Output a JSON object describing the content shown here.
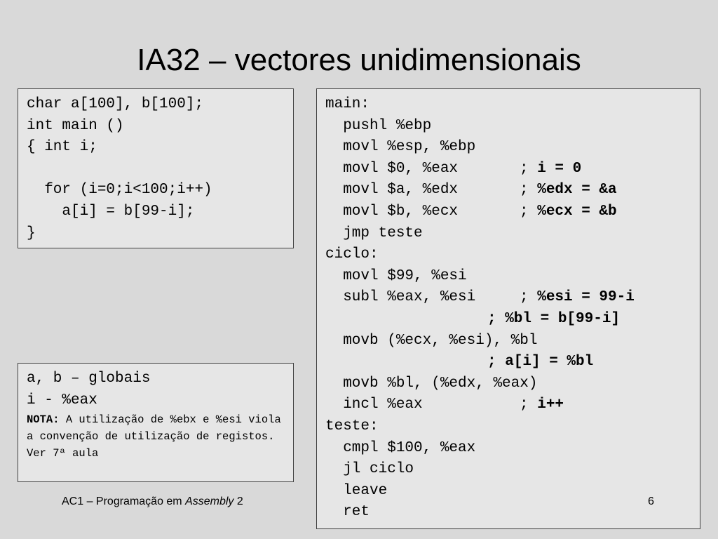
{
  "slide": {
    "title": "IA32 – vectores unidimensionais",
    "page_number": "6"
  },
  "footer": {
    "prefix": "AC1 – Programação em ",
    "italic": "Assembly",
    "suffix": " 2"
  },
  "c_code": {
    "lines": [
      "char a[100], b[100];",
      "int main ()",
      "{ int i;",
      "",
      "  for (i=0;i<100;i++)",
      "    a[i] = b[99-i];",
      "}"
    ]
  },
  "notes": {
    "line1": "a, b – globais",
    "line2": "i - %eax",
    "nota_label": "NOTA:",
    "nota_text": " A utilização de %ebx e %esi viola a convenção de utilização de registos. Ver 7ª aula"
  },
  "asm": {
    "lines": [
      {
        "instr": "main:",
        "comment_prefix": "",
        "comment_bold": ""
      },
      {
        "instr": "  pushl %ebp",
        "comment_prefix": "",
        "comment_bold": ""
      },
      {
        "instr": "  movl %esp, %ebp",
        "comment_prefix": "",
        "comment_bold": ""
      },
      {
        "instr": "  movl $0, %eax",
        "comment_prefix": "; ",
        "comment_bold": "i = 0"
      },
      {
        "instr": "  movl $a, %edx",
        "comment_prefix": "; ",
        "comment_bold": "%edx = &a"
      },
      {
        "instr": "  movl $b, %ecx",
        "comment_prefix": "; ",
        "comment_bold": "%ecx = &b"
      },
      {
        "instr": "  jmp teste",
        "comment_prefix": "",
        "comment_bold": ""
      },
      {
        "instr": "ciclo:",
        "comment_prefix": "",
        "comment_bold": ""
      },
      {
        "instr": "  movl $99, %esi",
        "comment_prefix": "",
        "comment_bold": ""
      },
      {
        "instr": "  subl %eax, %esi",
        "comment_prefix": "; ",
        "comment_bold": "%esi = 99-i"
      },
      {
        "instr": "",
        "comment_prefix": "",
        "comment_bold": "; %bl = b[99-i]"
      },
      {
        "instr": "  movb (%ecx, %esi), %bl",
        "comment_prefix": "",
        "comment_bold": ""
      },
      {
        "instr": "",
        "comment_prefix": "",
        "comment_bold": "; a[i] = %bl"
      },
      {
        "instr": "  movb %bl, (%edx, %eax)",
        "comment_prefix": "",
        "comment_bold": ""
      },
      {
        "instr": "  incl %eax",
        "comment_prefix": "; ",
        "comment_bold": "i++"
      },
      {
        "instr": "teste:",
        "comment_prefix": "",
        "comment_bold": ""
      },
      {
        "instr": "  cmpl $100, %eax",
        "comment_prefix": "",
        "comment_bold": ""
      },
      {
        "instr": "  jl ciclo",
        "comment_prefix": "",
        "comment_bold": ""
      },
      {
        "instr": "  leave",
        "comment_prefix": "",
        "comment_bold": ""
      },
      {
        "instr": "  ret",
        "comment_prefix": "",
        "comment_bold": ""
      }
    ]
  }
}
